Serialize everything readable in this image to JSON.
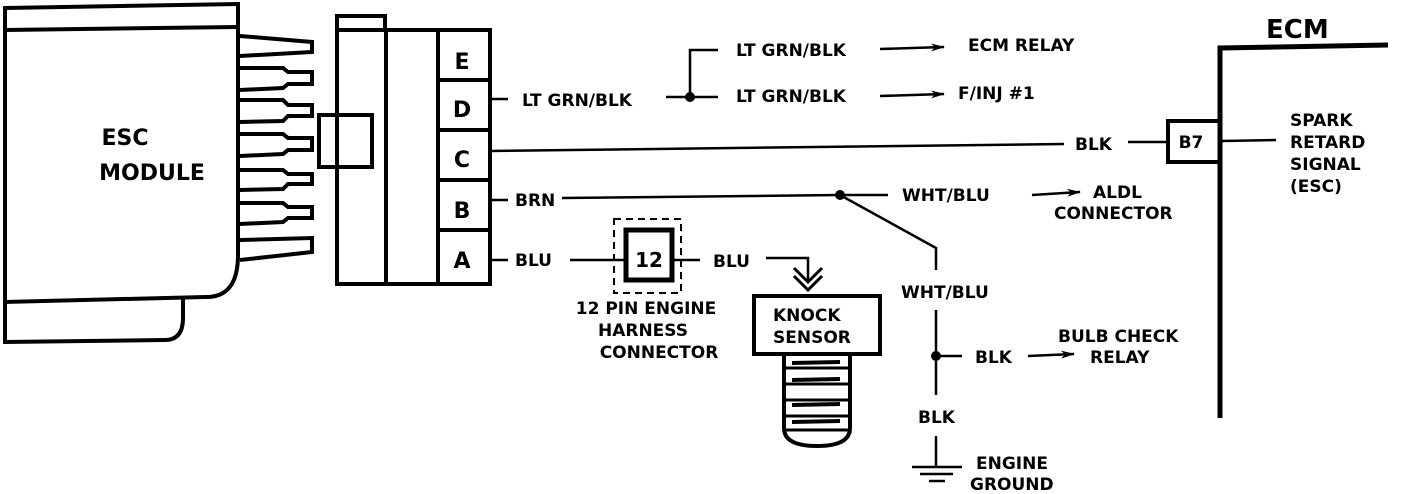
{
  "diagram": {
    "type": "wiring-diagram",
    "colors": {
      "ink": "#000000",
      "background": "#ffffff"
    },
    "esc_module": {
      "label_line1": "ESC",
      "label_line2": "MODULE"
    },
    "connector": {
      "pins": [
        {
          "id": "E",
          "wire": ""
        },
        {
          "id": "D",
          "wire": "LT GRN/BLK"
        },
        {
          "id": "C",
          "wire": "BLK"
        },
        {
          "id": "B",
          "wire": "BRN"
        },
        {
          "id": "A",
          "wire": "BLU"
        }
      ]
    },
    "branches": {
      "ecm_relay": {
        "wire": "LT GRN/BLK",
        "destination": "ECM RELAY"
      },
      "finj": {
        "wire": "LT GRN/BLK",
        "destination": "F/INJ #1"
      },
      "aldl": {
        "wire": "WHT/BLU",
        "destination_line1": "ALDL",
        "destination_line2": "CONNECTOR"
      },
      "wht_blu_down": {
        "wire": "WHT/BLU"
      },
      "bulb_check": {
        "wire": "BLK",
        "destination_line1": "BULB CHECK",
        "destination_line2": "RELAY"
      },
      "ground": {
        "wire": "BLK",
        "label_line1": "ENGINE",
        "label_line2": "GROUND"
      }
    },
    "harness_connector": {
      "pin": "12",
      "out_wire": "BLU",
      "label_line1": "12 PIN ENGINE",
      "label_line2": "HARNESS",
      "label_line3": "CONNECTOR"
    },
    "knock_sensor": {
      "label_line1": "KNOCK",
      "label_line2": "SENSOR"
    },
    "ecm": {
      "title": "ECM",
      "terminal": "B7",
      "signal_line1": "SPARK",
      "signal_line2": "RETARD",
      "signal_line3": "SIGNAL",
      "signal_line4": "(ESC)"
    }
  }
}
